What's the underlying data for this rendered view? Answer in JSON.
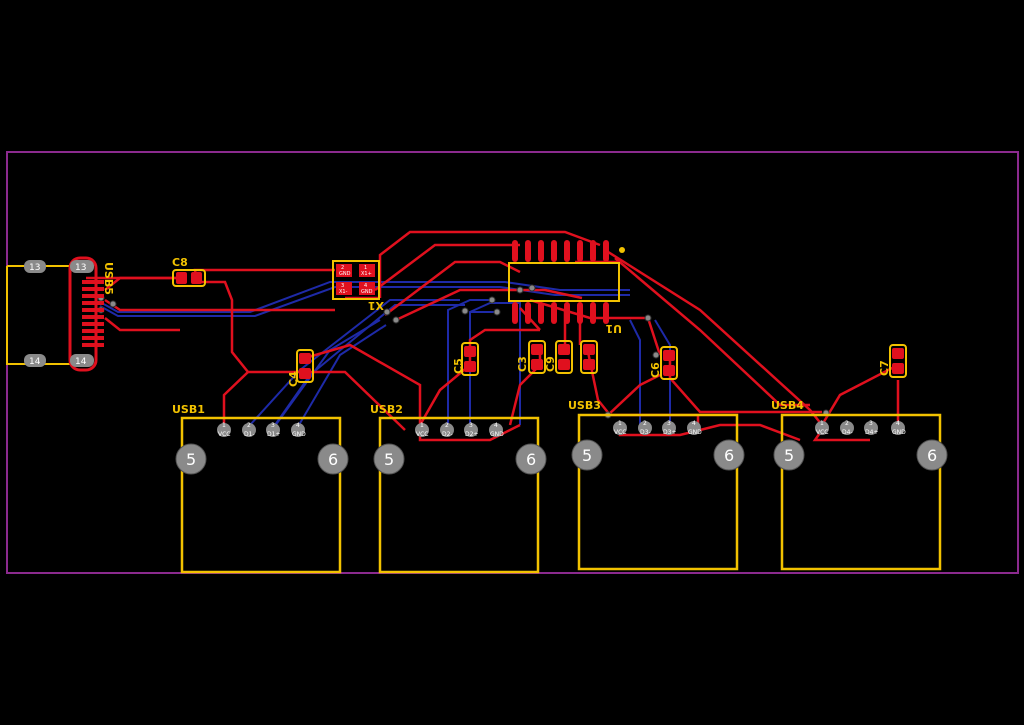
{
  "colors": {
    "background": "#000000",
    "board_outline": "#8B2A8E",
    "silkscreen": "#F2C200",
    "top_copper": "#E0101E",
    "bottom_copper": "#1E2AA8",
    "pad_gray": "#8A8A8A"
  },
  "connectors": {
    "usb1": {
      "ref": "USB1",
      "pins": [
        "VCC",
        "D1-",
        "D1+",
        "GND"
      ],
      "pin_numbers": [
        "1",
        "2",
        "3",
        "4"
      ],
      "mount_left": "5",
      "mount_right": "6"
    },
    "usb2": {
      "ref": "USB2",
      "pins": [
        "VCC",
        "D2-",
        "D2+",
        "GND"
      ],
      "pin_numbers": [
        "1",
        "2",
        "3",
        "4"
      ],
      "mount_left": "5",
      "mount_right": "6"
    },
    "usb3": {
      "ref": "USB3",
      "pins": [
        "VCC",
        "D3-",
        "D3+",
        "GND"
      ],
      "pin_numbers": [
        "1",
        "2",
        "3",
        "4"
      ],
      "mount_left": "5",
      "mount_right": "6"
    },
    "usb4": {
      "ref": "USB4",
      "pins": [
        "VCC",
        "D4-",
        "D4+",
        "GND"
      ],
      "pin_numbers": [
        "1",
        "2",
        "3",
        "4"
      ],
      "mount_left": "5",
      "mount_right": "6"
    },
    "usb5": {
      "ref": "USB5",
      "shield_top": "13",
      "shield_bottom": "14"
    }
  },
  "components": {
    "c3": "C3",
    "c4": "C4",
    "c5": "C5",
    "c6": "C6",
    "c7": "C7",
    "c8": "C8",
    "c9": "C9",
    "u1": "U1",
    "x1": {
      "ref": "X1",
      "pins": [
        "GND",
        "X1+",
        "X1-",
        "GND"
      ],
      "pin_numbers": [
        "2",
        "1",
        "3",
        "4"
      ]
    }
  }
}
